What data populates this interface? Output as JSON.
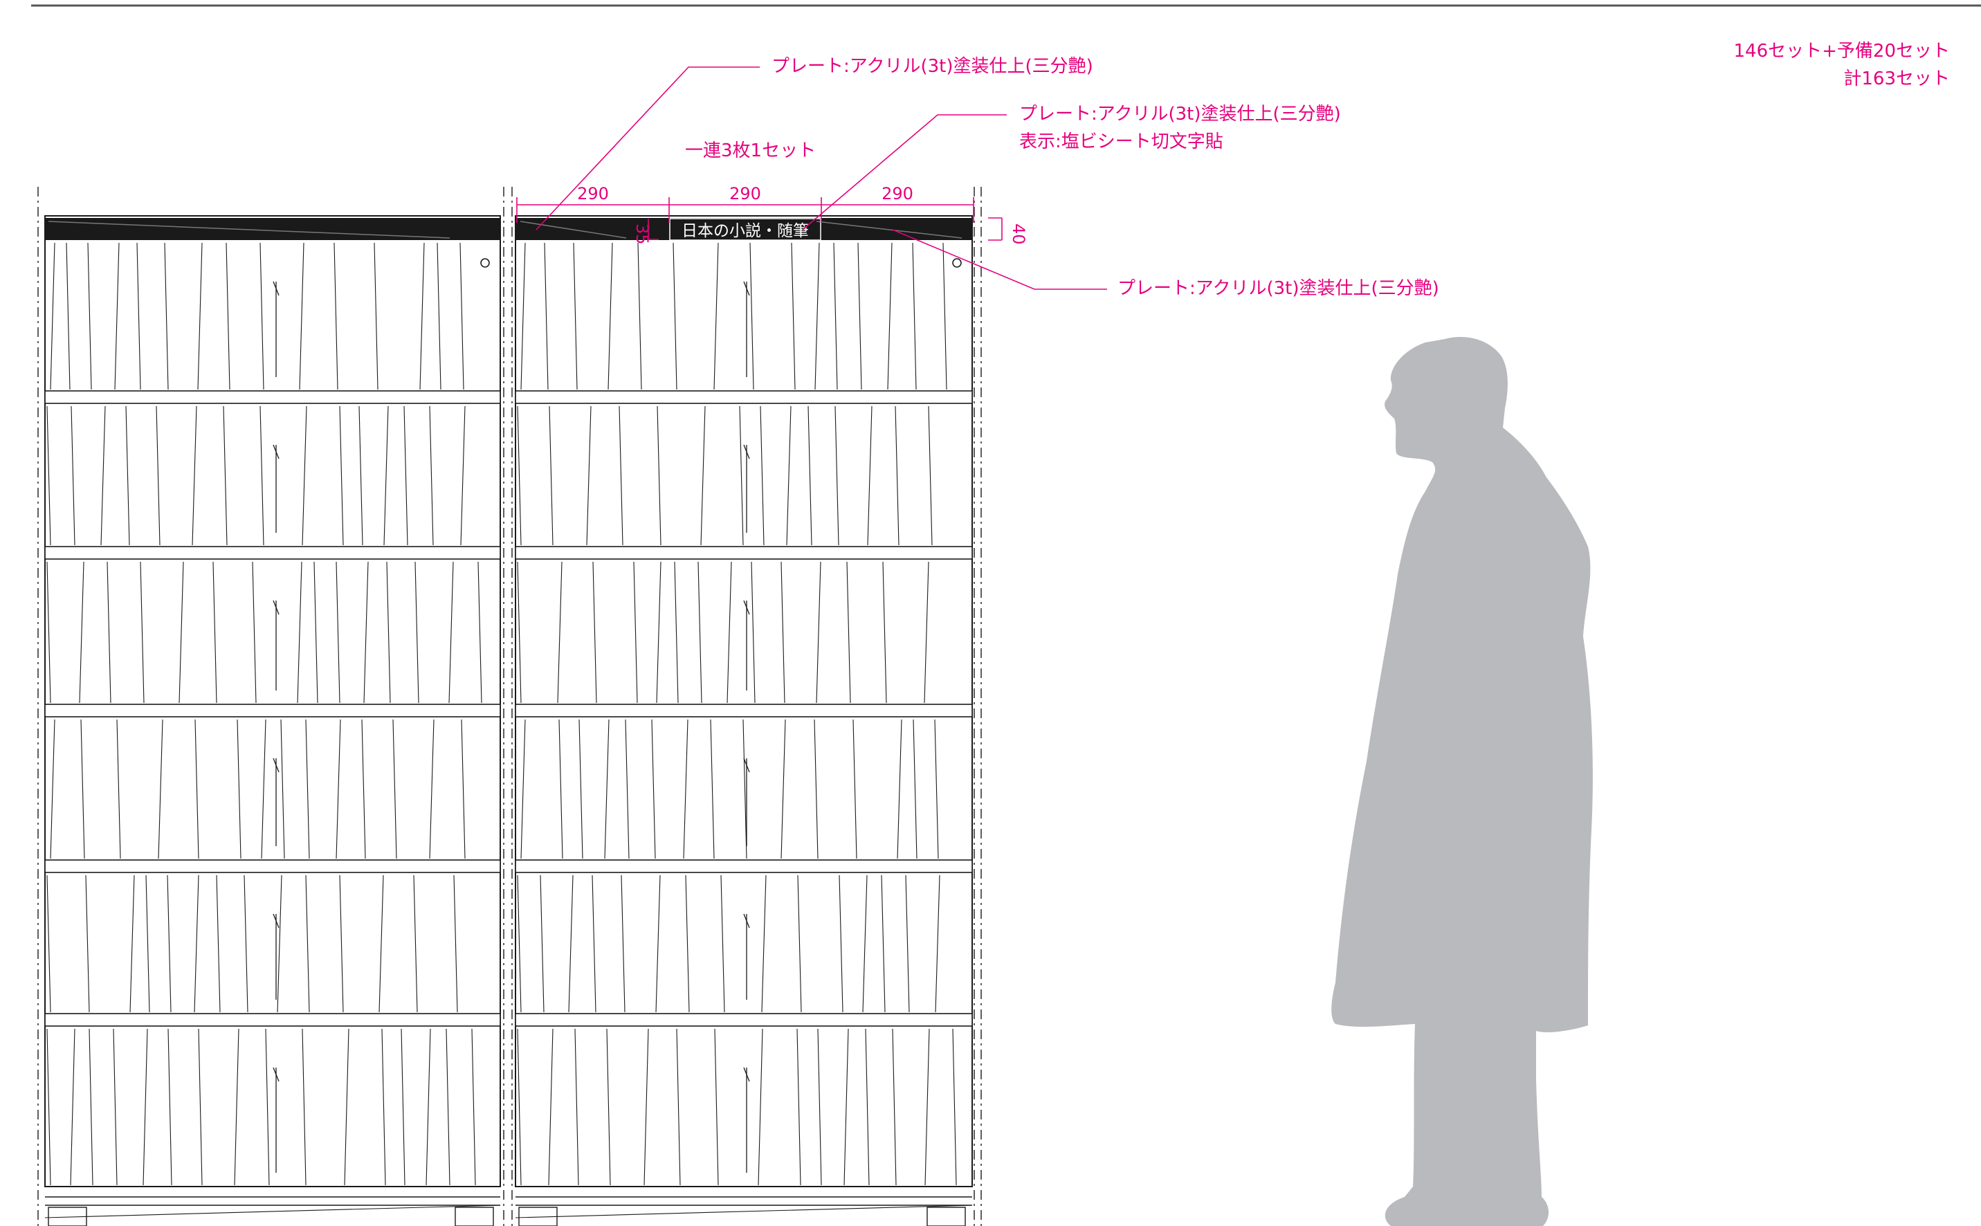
{
  "notes": {
    "plate_top": "プレート:アクリル(3t)塗装仕上(三分艶)",
    "plate_mid_line1": "プレート:アクリル(3t)塗装仕上(三分艶)",
    "plate_mid_line2": "表示:塩ビシート切文字貼",
    "plate_right": "プレート:アクリル(3t)塗装仕上(三分艶)",
    "set_note": "一連3枚1セット",
    "quantity_line1": "146セット+予備20セット",
    "quantity_line2": "計163セット"
  },
  "dimensions": {
    "seg1": "290",
    "seg2": "290",
    "seg3": "290",
    "height": "40",
    "small": "35"
  },
  "sign_text": "日本の小説・随筆",
  "colors": {
    "annotation": "#e6007e",
    "line": "#1a1a1a",
    "silhouette": "#b9babd",
    "plate": "#1a1a1a"
  },
  "figure": "standing-person-silhouette"
}
